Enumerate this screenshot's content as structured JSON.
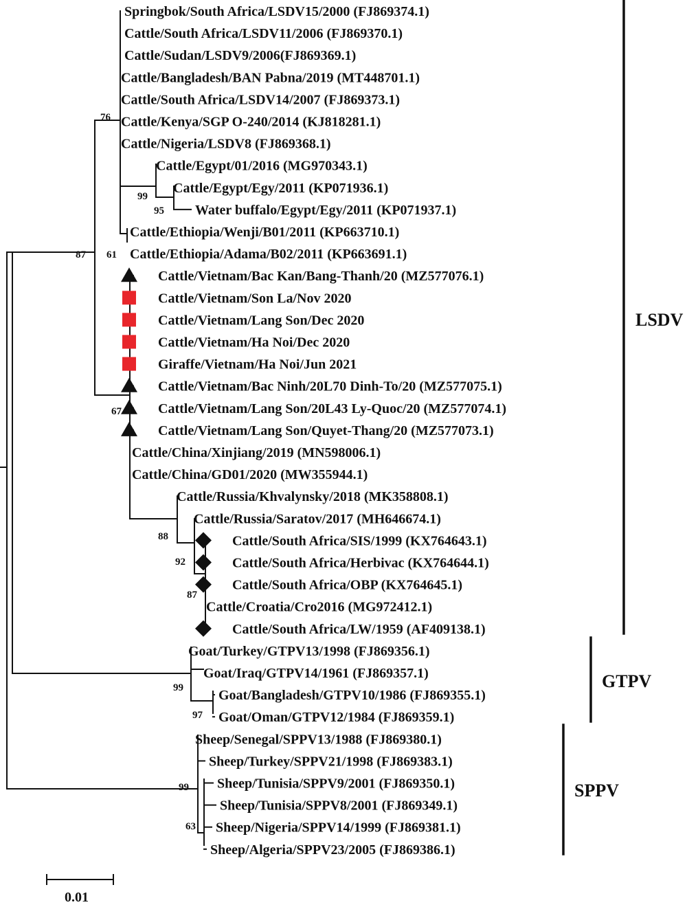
{
  "colors": {
    "square": "#e8262b",
    "ink": "#111111"
  },
  "legend_icons": {
    "square": "red-square-icon",
    "triangle": "black-triangle-icon",
    "diamond": "black-diamond-icon"
  },
  "taxa": [
    {
      "label": "Springbok/South Africa/LSDV15/2000 (FJ869374.1)",
      "marker": ""
    },
    {
      "label": "Cattle/South Africa/LSDV11/2006 (FJ869370.1)",
      "marker": ""
    },
    {
      "label": "Cattle/Sudan/LSDV9/2006(FJ869369.1)",
      "marker": ""
    },
    {
      "label": "Cattle/Bangladesh/BAN Pabna/2019 (MT448701.1)",
      "marker": ""
    },
    {
      "label": "Cattle/South Africa/LSDV14/2007 (FJ869373.1)",
      "marker": ""
    },
    {
      "label": "Cattle/Kenya/SGP O-240/2014 (KJ818281.1)",
      "marker": ""
    },
    {
      "label": "Cattle/Nigeria/LSDV8 (FJ869368.1)",
      "marker": ""
    },
    {
      "label": "Cattle/Egypt/01/2016 (MG970343.1)",
      "marker": ""
    },
    {
      "label": "Cattle/Egypt/Egy/2011 (KP071936.1)",
      "marker": ""
    },
    {
      "label": "Water buffalo/Egypt/Egy/2011 (KP071937.1)",
      "marker": ""
    },
    {
      "label": "Cattle/Ethiopia/Wenji/B01/2011 (KP663710.1)",
      "marker": ""
    },
    {
      "label": "Cattle/Ethiopia/Adama/B02/2011 (KP663691.1)",
      "marker": ""
    },
    {
      "label": "Cattle/Vietnam/Bac Kan/Bang-Thanh/20 (MZ577076.1)",
      "marker": "triangle"
    },
    {
      "label": "Cattle/Vietnam/Son La/Nov 2020",
      "marker": "square"
    },
    {
      "label": "Cattle/Vietnam/Lang Son/Dec 2020",
      "marker": "square"
    },
    {
      "label": "Cattle/Vietnam/Ha Noi/Dec 2020",
      "marker": "square"
    },
    {
      "label": "Giraffe/Vietnam/Ha Noi/Jun 2021",
      "marker": "square"
    },
    {
      "label": "Cattle/Vietnam/Bac Ninh/20L70 Dinh-To/20 (MZ577075.1)",
      "marker": "triangle"
    },
    {
      "label": "Cattle/Vietnam/Lang Son/20L43 Ly-Quoc/20 (MZ577074.1)",
      "marker": "triangle"
    },
    {
      "label": "Cattle/Vietnam/Lang Son/Quyet-Thang/20 (MZ577073.1)",
      "marker": "triangle"
    },
    {
      "label": "Cattle/China/Xinjiang/2019 (MN598006.1)",
      "marker": ""
    },
    {
      "label": "Cattle/China/GD01/2020 (MW355944.1)",
      "marker": ""
    },
    {
      "label": "Cattle/Russia/Khvalynsky/2018 (MK358808.1)",
      "marker": ""
    },
    {
      "label": "Cattle/Russia/Saratov/2017 (MH646674.1)",
      "marker": ""
    },
    {
      "label": "Cattle/South Africa/SIS/1999 (KX764643.1)",
      "marker": "diamond"
    },
    {
      "label": "Cattle/South Africa/Herbivac (KX764644.1)",
      "marker": "diamond"
    },
    {
      "label": "Cattle/South Africa/OBP (KX764645.1)",
      "marker": "diamond"
    },
    {
      "label": "Cattle/Croatia/Cro2016 (MG972412.1)",
      "marker": ""
    },
    {
      "label": "Cattle/South Africa/LW/1959 (AF409138.1)",
      "marker": "diamond"
    },
    {
      "label": "Goat/Turkey/GTPV13/1998 (FJ869356.1)",
      "marker": ""
    },
    {
      "label": "Goat/Iraq/GTPV14/1961 (FJ869357.1)",
      "marker": ""
    },
    {
      "label": "Goat/Bangladesh/GTPV10/1986 (FJ869355.1)",
      "marker": ""
    },
    {
      "label": "Goat/Oman/GTPV12/1984 (FJ869359.1)",
      "marker": ""
    },
    {
      "label": "Sheep/Senegal/SPPV13/1988 (FJ869380.1)",
      "marker": ""
    },
    {
      "label": "Sheep/Turkey/SPPV21/1998 (FJ869383.1)",
      "marker": ""
    },
    {
      "label": "Sheep/Tunisia/SPPV9/2001 (FJ869350.1)",
      "marker": ""
    },
    {
      "label": "Sheep/Tunisia/SPPV8/2001 (FJ869349.1)",
      "marker": ""
    },
    {
      "label": "Sheep/Nigeria/SPPV14/1999 (FJ869381.1)",
      "marker": ""
    },
    {
      "label": "Sheep/Algeria/SPPV23/2005 (FJ869386.1)",
      "marker": ""
    }
  ],
  "bootstrap": [
    "76",
    "99",
    "95",
    "61",
    "87",
    "67",
    "88",
    "92",
    "87",
    "99",
    "97",
    "99",
    "63"
  ],
  "clades": [
    "LSDV",
    "GTPV",
    "SPPV"
  ],
  "scale_bar": {
    "label": "0.01"
  }
}
